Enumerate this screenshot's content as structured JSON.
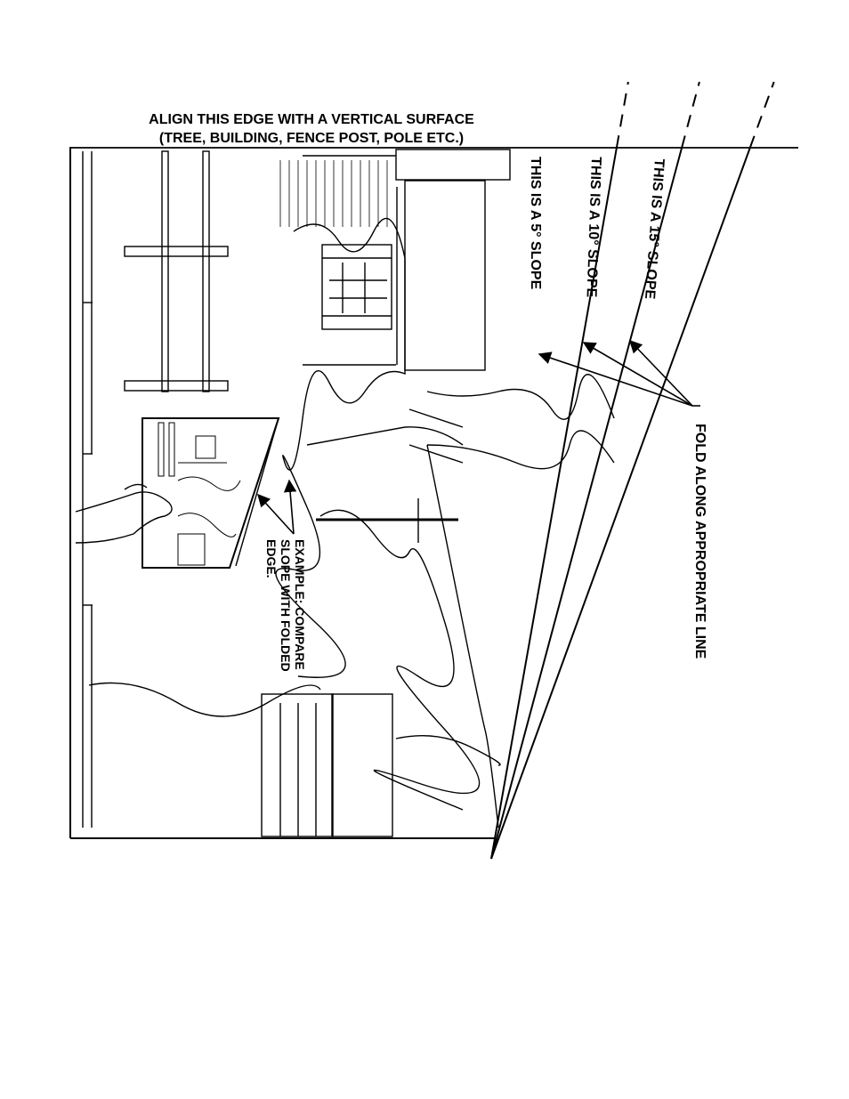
{
  "header": {
    "line1": "ALIGN THIS EDGE WITH A VERTICAL SURFACE",
    "line2": "(TREE, BUILDING, FENCE POST, POLE ETC.)"
  },
  "slope_lines": [
    {
      "degrees": 5,
      "label": "THIS IS A 5° SLOPE"
    },
    {
      "degrees": 10,
      "label": "THIS IS A 10° SLOPE"
    },
    {
      "degrees": 15,
      "label": "THIS IS A 15° SLOPE"
    }
  ],
  "fold_label": "FOLD ALONG APPROPRIATE LINE",
  "example": {
    "line1": "EXAMPLE: COMPARE",
    "line2": "SLOPE WITH FOLDED",
    "line3": "EDGE."
  },
  "colors": {
    "ink": "#000000",
    "paper": "#ffffff"
  }
}
